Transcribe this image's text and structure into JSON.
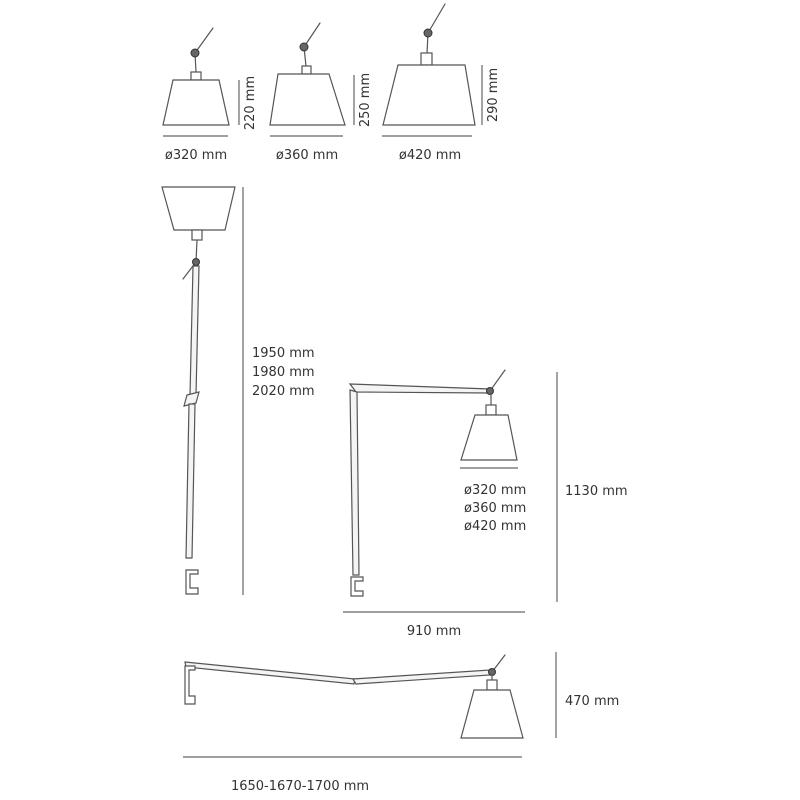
{
  "top_row": [
    {
      "diameter": "ø320 mm",
      "height": "220 mm"
    },
    {
      "diameter": "ø360 mm",
      "height": "250 mm"
    },
    {
      "diameter": "ø420 mm",
      "height": "290 mm"
    }
  ],
  "vertical_lamp": {
    "heights": [
      "1950 mm",
      "1980 mm",
      "2020 mm"
    ]
  },
  "desk_lamp": {
    "diameters": [
      "ø320 mm",
      "ø360 mm",
      "ø420 mm"
    ],
    "height": "1130 mm",
    "reach": "910 mm"
  },
  "extended_lamp": {
    "height": "470 mm",
    "length": "1650-1670-1700 mm"
  },
  "colors": {
    "line": "#555555",
    "text": "#333333"
  }
}
